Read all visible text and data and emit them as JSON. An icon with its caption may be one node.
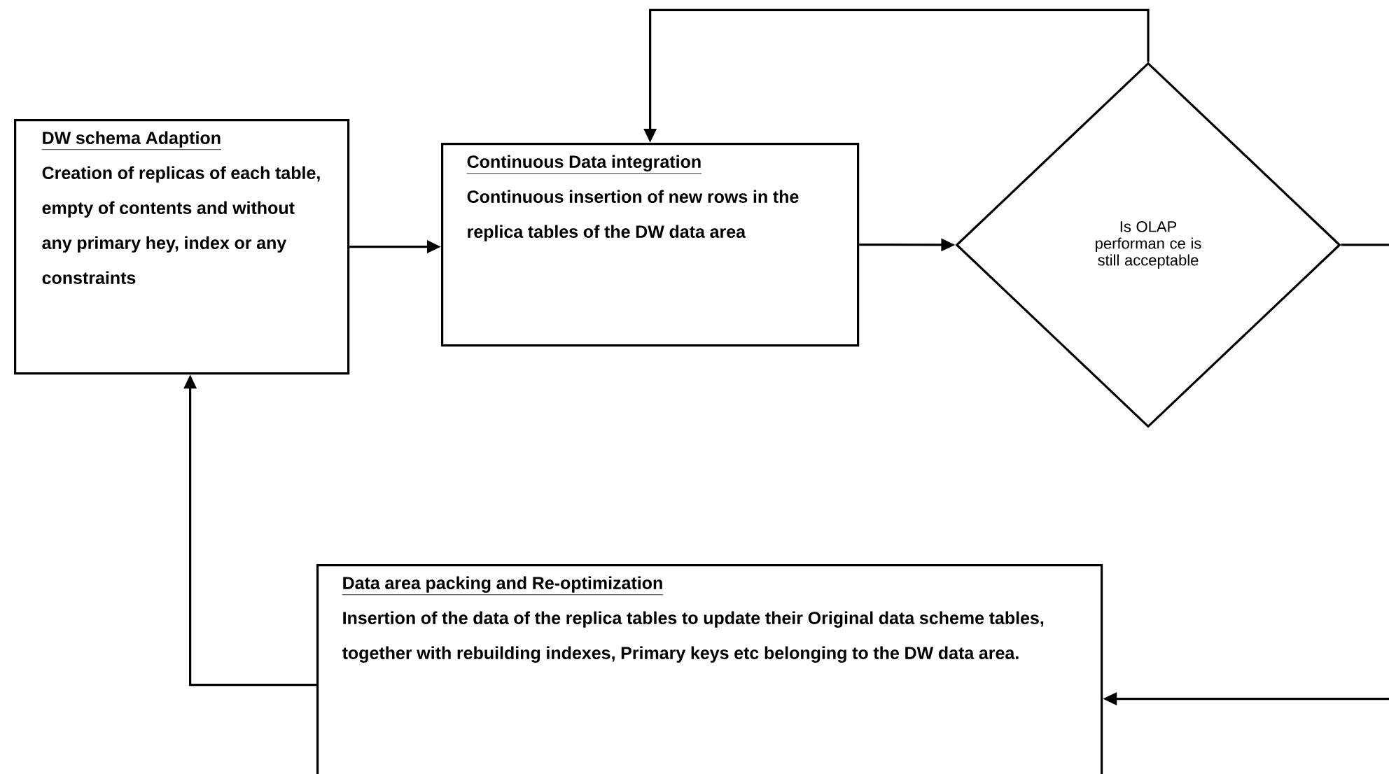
{
  "diagram": {
    "nodes": [
      {
        "text": [
          "DW schema Adaption",
          "Creation of replicas of each table, empty of contents and without any primary hey, index or any constraints"
        ]
      },
      {
        "text": [
          "Continuous Data integration",
          "Continuous insertion of new rows in the replica tables of the DW data area"
        ]
      },
      {
        "text": [
          "Is OLAP performan ce is still acceptable"
        ]
      },
      {
        "text": [
          "Data area packing and Re-optimization",
          "Insertion of the data of the replica tables to update their Original data scheme tables, together with rebuilding indexes, Primary keys etc belonging to the DW data area."
        ]
      }
    ],
    "edges": [
      {
        "from": 0,
        "to": 1,
        "arrow": "to"
      },
      {
        "from": 1,
        "to": 2,
        "arrow": "to"
      },
      {
        "from": 2,
        "to": 1,
        "arrow": "to"
      },
      {
        "from": 2,
        "to": 3,
        "arrow": "to"
      },
      {
        "from": 3,
        "to": 0,
        "arrow": "to"
      }
    ]
  }
}
